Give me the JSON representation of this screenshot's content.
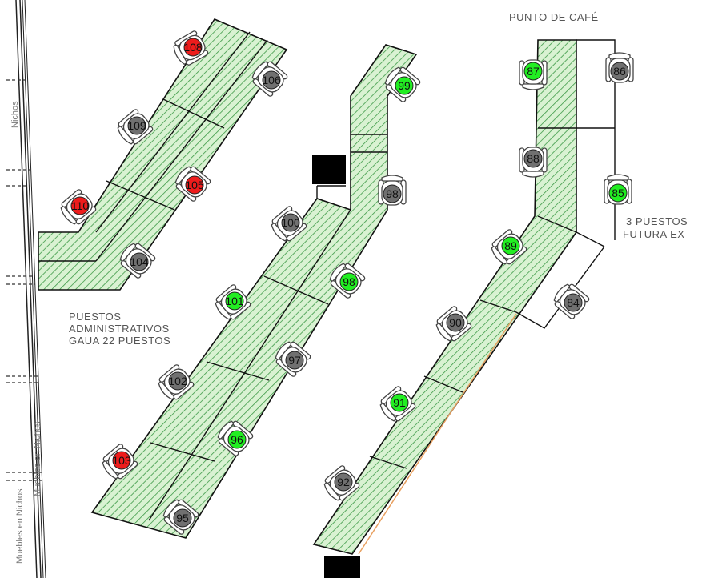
{
  "labels": {
    "cafe": "PUNTO DE CAFÉ",
    "admin": [
      "PUESTOS",
      "ADMINISTRATIVOS",
      "GAUA 22 PUESTOS"
    ],
    "future": [
      "3 PUESTOS",
      "FUTURA EX"
    ],
    "wall_text_1": "Nichos",
    "wall_text_2": "Muebles en Nichos",
    "wall_text_3": "Muebles en Nichos",
    "wall_text_4": "Muebles en Nichos"
  },
  "status_colors": {
    "occupied": "#ee1c1c",
    "available": "#22ee22",
    "inactive": "#707070"
  },
  "seats": [
    {
      "id": "108",
      "status": "occupied"
    },
    {
      "id": "106",
      "status": "inactive"
    },
    {
      "id": "109",
      "status": "inactive"
    },
    {
      "id": "105",
      "status": "occupied"
    },
    {
      "id": "110",
      "status": "occupied"
    },
    {
      "id": "104",
      "status": "inactive"
    },
    {
      "id": "99",
      "status": "available"
    },
    {
      "id": "98",
      "status": "inactive"
    },
    {
      "id": "100",
      "status": "inactive"
    },
    {
      "id": "98",
      "status": "available"
    },
    {
      "id": "101",
      "status": "available"
    },
    {
      "id": "97",
      "status": "inactive"
    },
    {
      "id": "102",
      "status": "inactive"
    },
    {
      "id": "96",
      "status": "available"
    },
    {
      "id": "103",
      "status": "occupied"
    },
    {
      "id": "95",
      "status": "inactive"
    },
    {
      "id": "87",
      "status": "available"
    },
    {
      "id": "86",
      "status": "inactive"
    },
    {
      "id": "88",
      "status": "inactive"
    },
    {
      "id": "85",
      "status": "available"
    },
    {
      "id": "89",
      "status": "available"
    },
    {
      "id": "84",
      "status": "inactive"
    },
    {
      "id": "90",
      "status": "inactive"
    },
    {
      "id": "91",
      "status": "available"
    },
    {
      "id": "92",
      "status": "inactive"
    }
  ]
}
